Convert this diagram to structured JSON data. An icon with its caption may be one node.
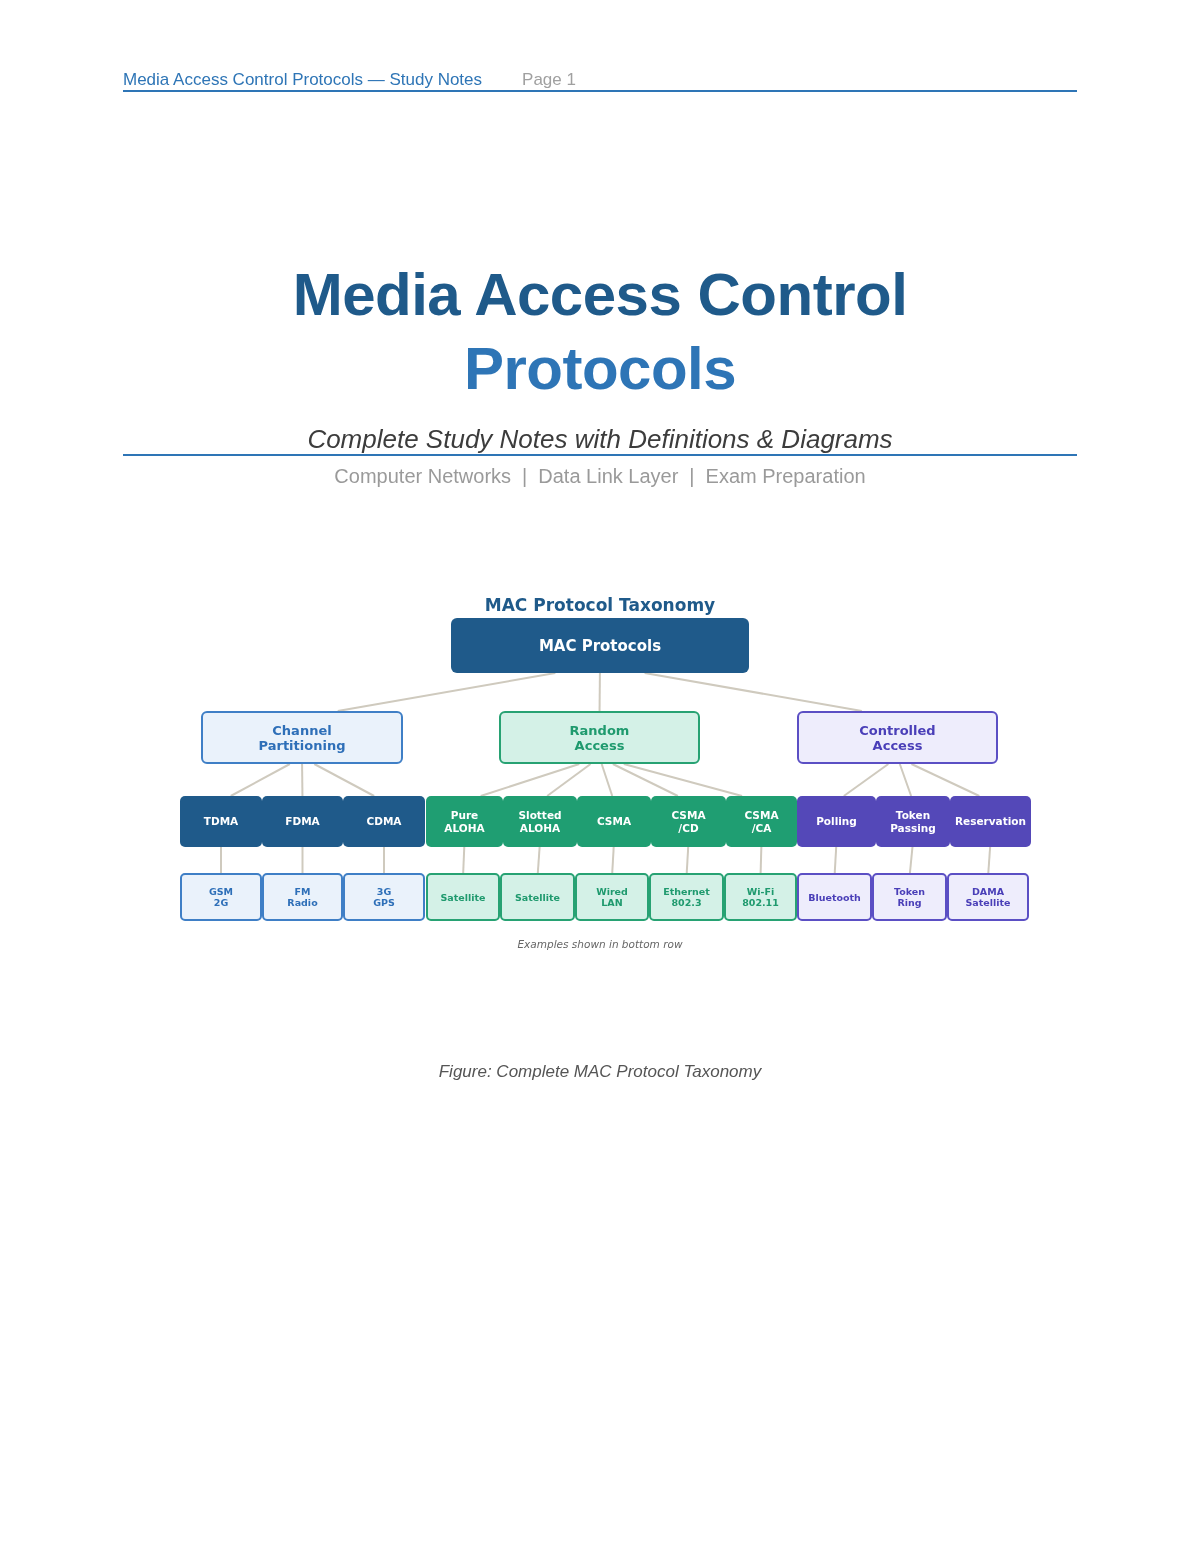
{
  "diagram": {
    "title": "Media Access Control Protocols",
    "caption": "Figure: Complete MAC Protocol Taxonomy",
    "nodes": [
      {
        "text": [
          "MAC Protocols"
        ]
      },
      {
        "text": [
          "Channel Partitioning"
        ]
      },
      {
        "text": [
          "Random Access"
        ]
      },
      {
        "text": [
          "Controlled Access"
        ]
      },
      {
        "text": [
          "TDMA"
        ]
      },
      {
        "text": [
          "FDMA"
        ]
      },
      {
        "text": [
          "CDMA"
        ]
      },
      {
        "text": [
          "Pure ALOHA"
        ]
      },
      {
        "text": [
          "Slotted ALOHA"
        ]
      },
      {
        "text": [
          "CSMA"
        ]
      },
      {
        "text": [
          "CSMA /CD"
        ]
      },
      {
        "text": [
          "CSMA /CA"
        ]
      },
      {
        "text": [
          "Polling"
        ]
      },
      {
        "text": [
          "Token Passing"
        ]
      },
      {
        "text": [
          "Reservation"
        ]
      },
      {
        "text": [
          "GSM 2G"
        ]
      },
      {
        "text": [
          "FM Radio"
        ]
      },
      {
        "text": [
          "3G GPS"
        ]
      },
      {
        "text": [
          "Satellite"
        ]
      },
      {
        "text": [
          "Satellite"
        ]
      },
      {
        "text": [
          "Wired LAN"
        ]
      },
      {
        "text": [
          "Ethernet 802.3"
        ]
      },
      {
        "text": [
          "Wi-Fi 802.11"
        ]
      },
      {
        "text": [
          "Bluetooth"
        ]
      },
      {
        "text": [
          "Token Ring"
        ]
      },
      {
        "text": [
          "DAMA Satellite"
        ]
      }
    ],
    "edges": [
      {
        "from": 0,
        "to": 1,
        "arrow": "none"
      },
      {
        "from": 0,
        "to": 2,
        "arrow": "none"
      },
      {
        "from": 0,
        "to": 3,
        "arrow": "none"
      },
      {
        "from": 1,
        "to": 4,
        "arrow": "none"
      },
      {
        "from": 1,
        "to": 5,
        "arrow": "none"
      },
      {
        "from": 1,
        "to": 6,
        "arrow": "none"
      },
      {
        "from": 2,
        "to": 7,
        "arrow": "none"
      },
      {
        "from": 2,
        "to": 8,
        "arrow": "none"
      },
      {
        "from": 2,
        "to": 9,
        "arrow": "none"
      },
      {
        "from": 2,
        "to": 10,
        "arrow": "none"
      },
      {
        "from": 2,
        "to": 11,
        "arrow": "none"
      },
      {
        "from": 3,
        "to": 12,
        "arrow": "none"
      },
      {
        "from": 3,
        "to": 13,
        "arrow": "none"
      },
      {
        "from": 3,
        "to": 14,
        "arrow": "none"
      },
      {
        "from": 4,
        "to": 15,
        "arrow": "none"
      },
      {
        "from": 5,
        "to": 16,
        "arrow": "none"
      },
      {
        "from": 6,
        "to": 17,
        "arrow": "none"
      },
      {
        "from": 7,
        "to": 18,
        "arrow": "none"
      },
      {
        "from": 8,
        "to": 19,
        "arrow": "none"
      },
      {
        "from": 9,
        "to": 20,
        "arrow": "none"
      },
      {
        "from": 10,
        "to": 21,
        "arrow": "none"
      },
      {
        "from": 11,
        "to": 22,
        "arrow": "none"
      },
      {
        "from": 12,
        "to": 23,
        "arrow": "none"
      },
      {
        "from": 13,
        "to": 24,
        "arrow": "none"
      },
      {
        "from": 14,
        "to": 25,
        "arrow": "none"
      }
    ],
    "labels": [
      "Media Access Control Protocols — Study Notes",
      "Page 1",
      "Complete Study Notes with Definitions & Diagrams",
      "Computer Networks",
      "|",
      "Data Link Layer",
      "|",
      "Exam Preparation",
      "MAC Protocol Taxonomy",
      "Examples shown in bottom row"
    ]
  }
}
